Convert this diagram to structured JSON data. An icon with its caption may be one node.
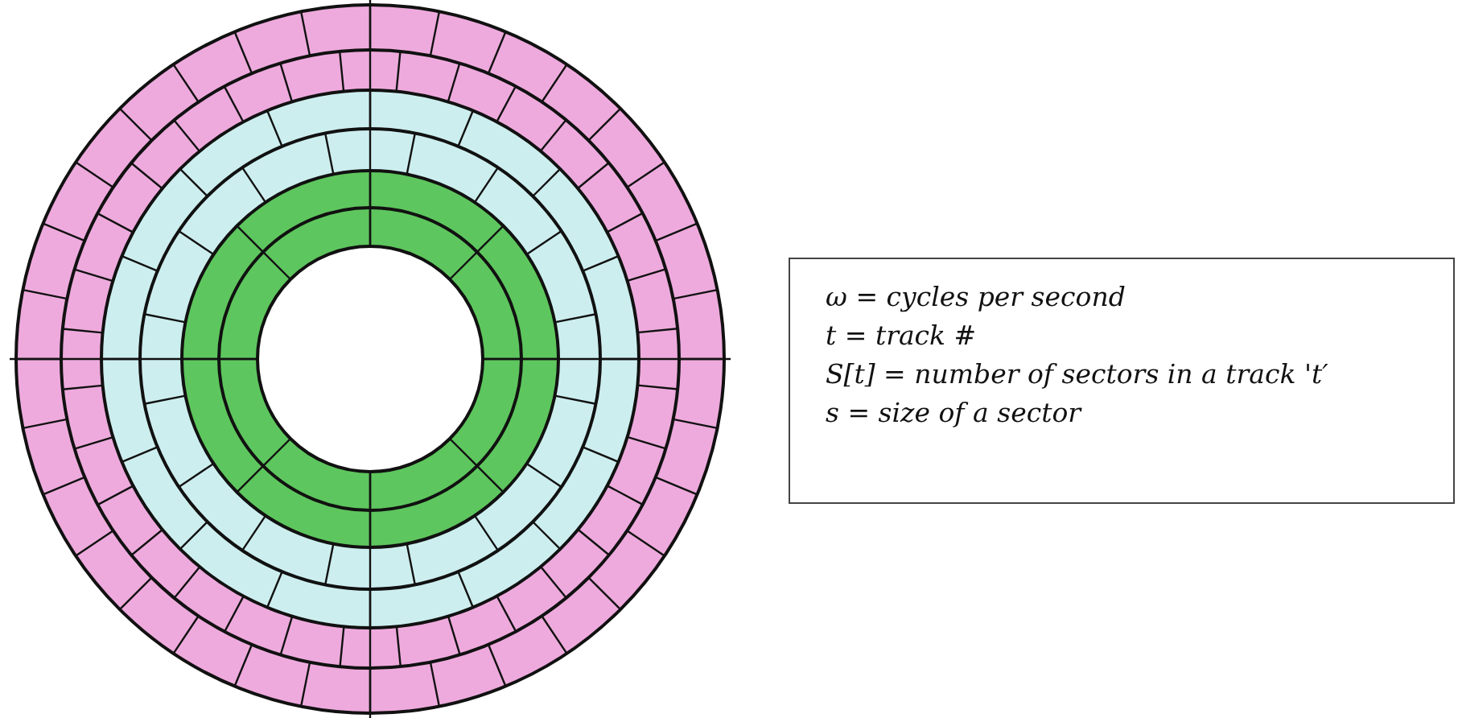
{
  "diagram": {
    "nodes": [
      {
        "text": [
          "ω = cycles per second",
          "t = track #",
          "S[t] = number of sectors in a track 't′",
          "s = size of a sector"
        ]
      }
    ]
  }
}
